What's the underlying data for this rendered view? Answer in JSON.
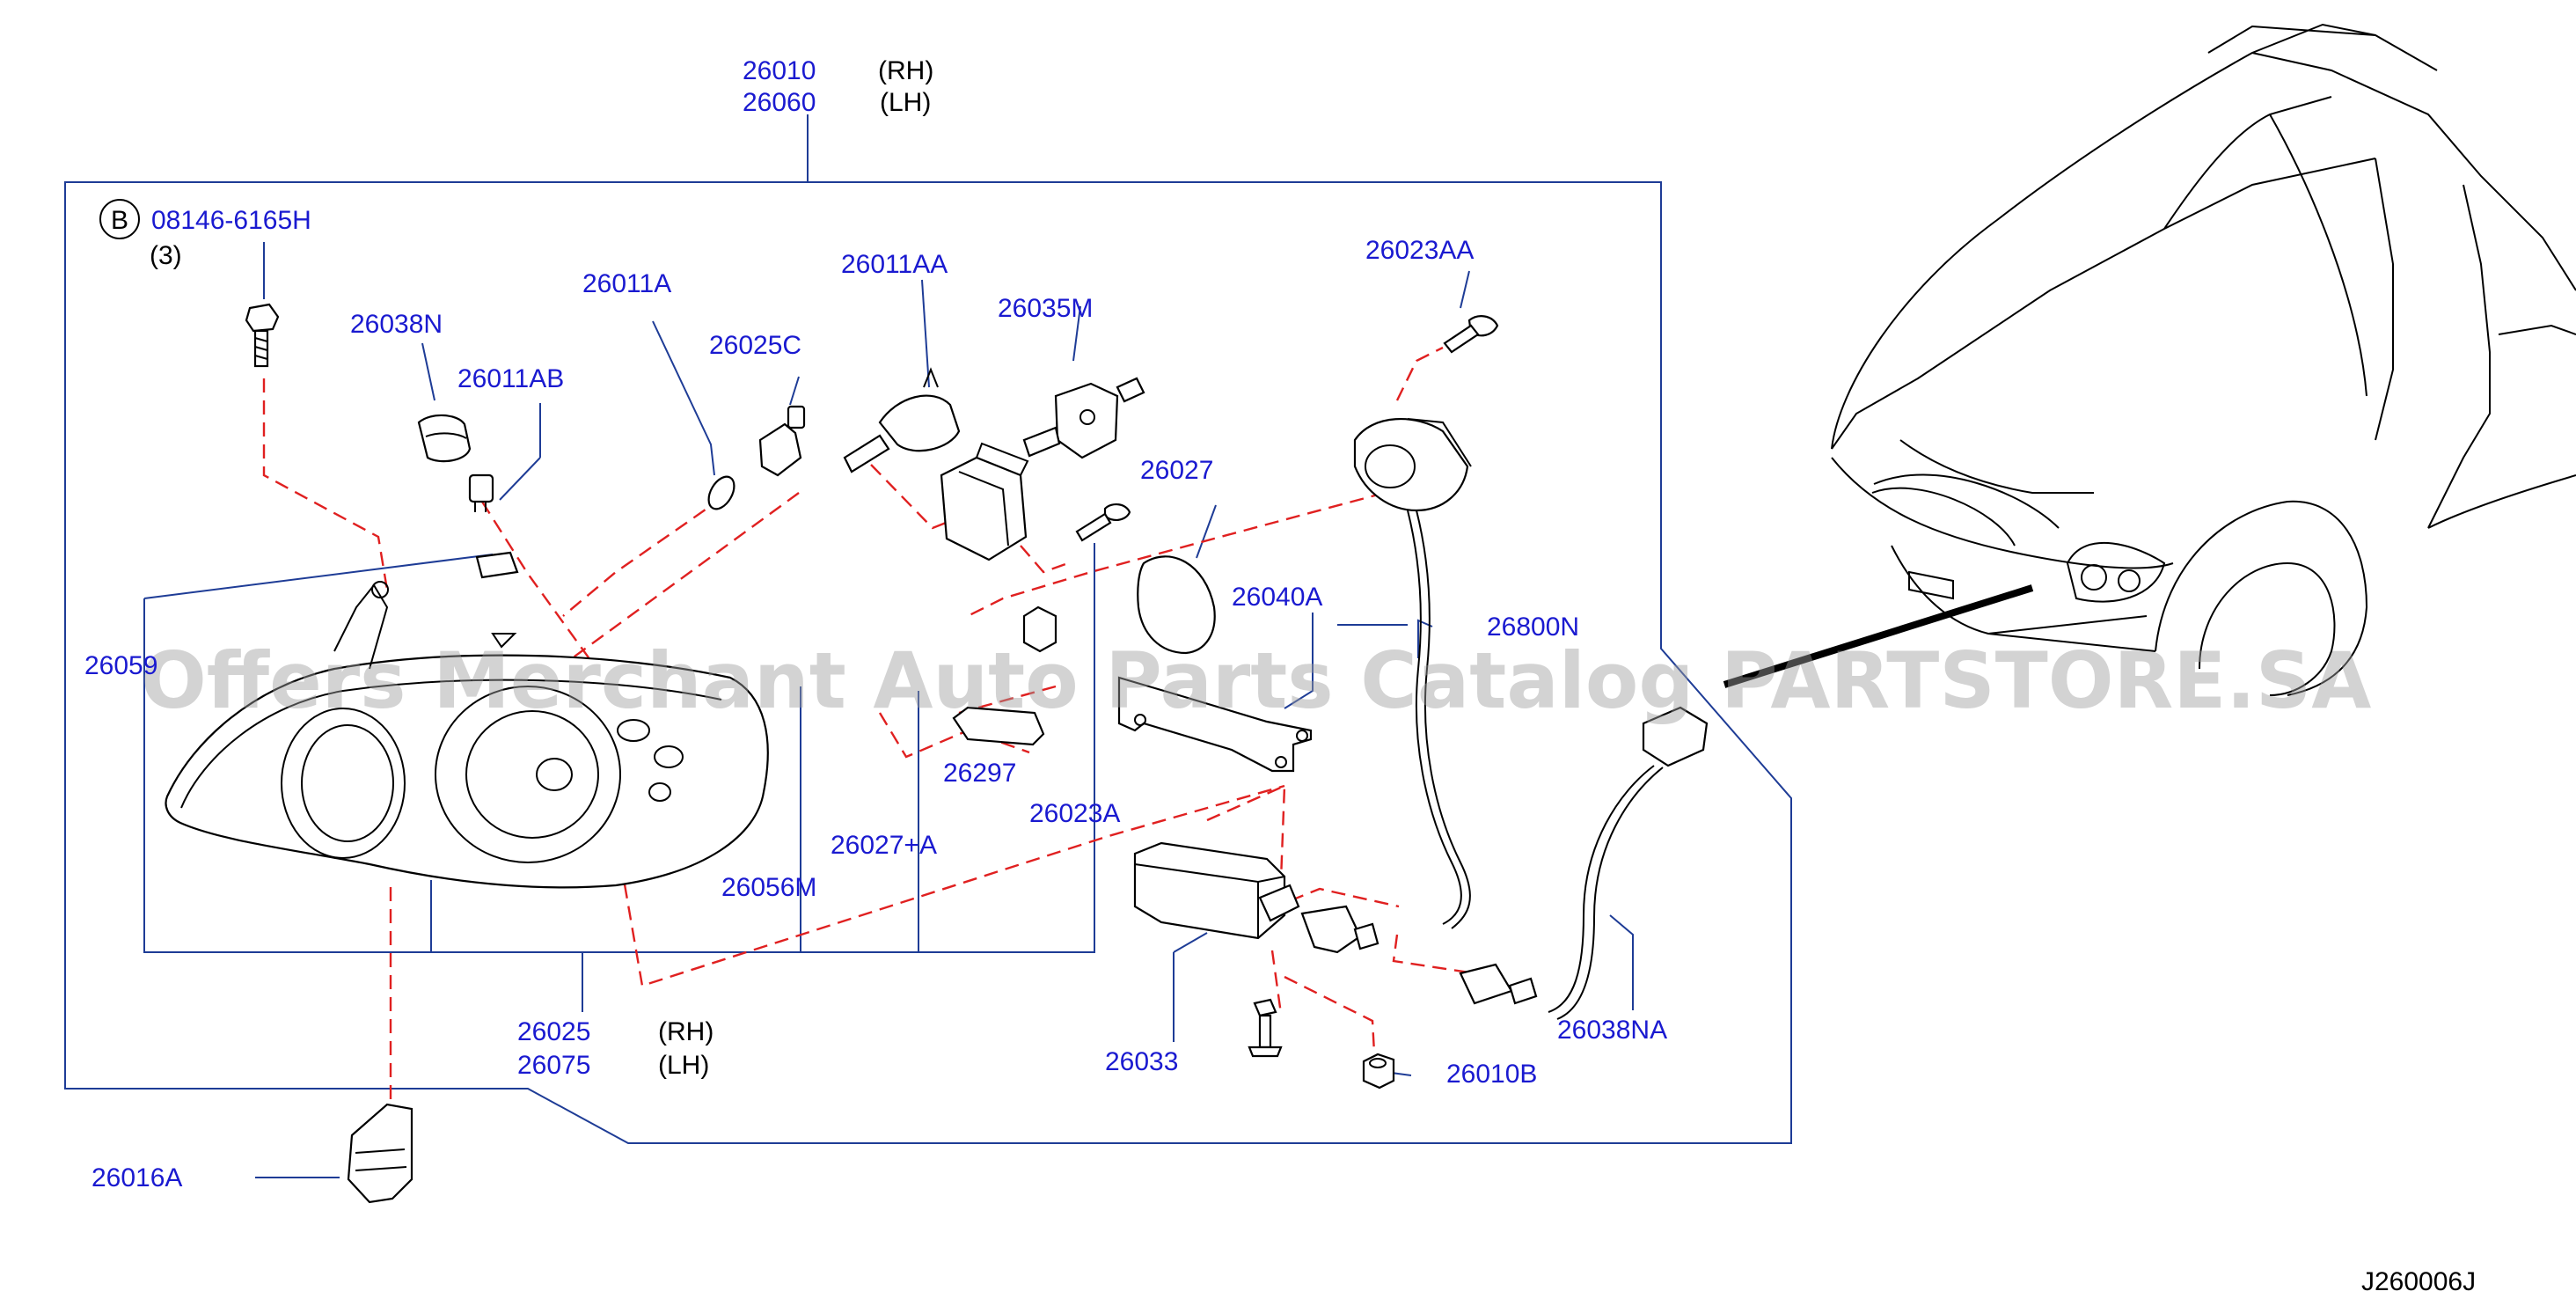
{
  "diagram": {
    "id_code": "J260006J",
    "watermark": "Offers Merchant Auto Parts Catalog PARTSTORE.SA",
    "labels": {
      "assy_rh_num": "26010",
      "assy_rh_side": "(RH)",
      "assy_lh_num": "26060",
      "assy_lh_side": "(LH)",
      "bolt_marker": "B",
      "bolt_num": "08146-6165H",
      "bolt_qty": "(3)",
      "p26038N": "26038N",
      "p26011A": "26011A",
      "p26011AB": "26011AB",
      "p26025C": "26025C",
      "p26011AA": "26011AA",
      "p26035M": "26035M",
      "p26023AA": "26023AA",
      "p26027": "26027",
      "p26040A": "26040A",
      "p26800N": "26800N",
      "p26059": "26059",
      "p26297": "26297",
      "p26023A": "26023A",
      "p26027A": "26027+A",
      "p26056M": "26056M",
      "lamp_rh_num": "26025",
      "lamp_rh_side": "(RH)",
      "lamp_lh_num": "26075",
      "lamp_lh_side": "(LH)",
      "p26033": "26033",
      "p26010B": "26010B",
      "p26038NA": "26038NA",
      "p26016A": "26016A"
    }
  }
}
